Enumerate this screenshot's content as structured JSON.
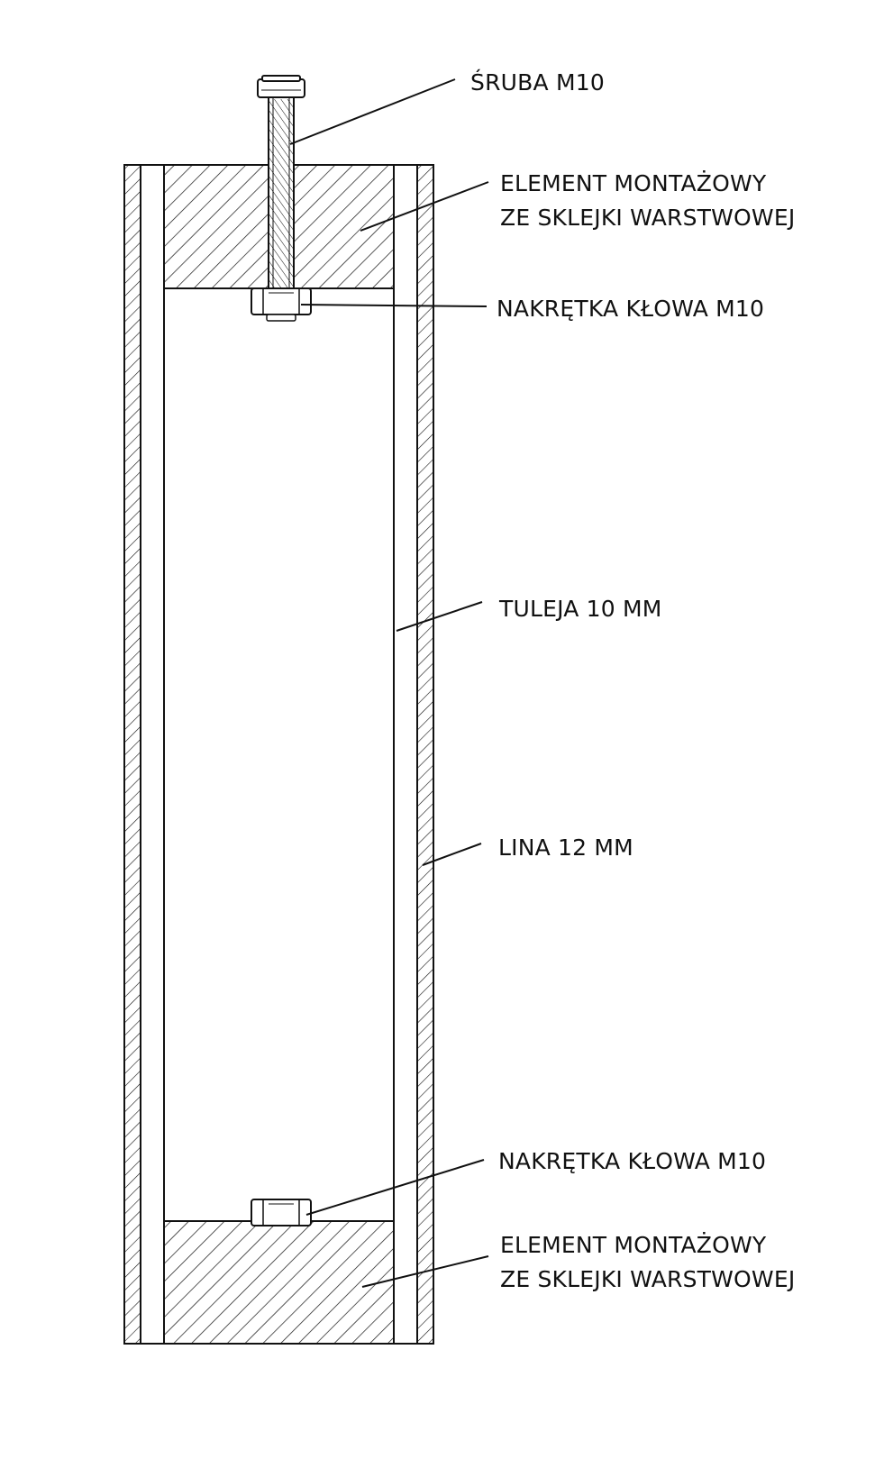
{
  "labels": {
    "bolt": "ŚRUBA M10",
    "top_block_line1": "ELEMENT MONTAŻOWY",
    "top_block_line2": "ZE SKLEJKI WARSTWOWEJ",
    "top_nut": "NAKRĘTKA KŁOWA M10",
    "sleeve": "TULEJA 10 MM",
    "rope": "LINA 12 MM",
    "bottom_nut": "NAKRĘTKA KŁOWA M10",
    "bottom_block_line1": "ELEMENT MONTAŻOWY",
    "bottom_block_line2": "ZE SKLEJKI WARSTWOWEJ"
  },
  "colors": {
    "line": "#111111",
    "background": "#ffffff"
  }
}
